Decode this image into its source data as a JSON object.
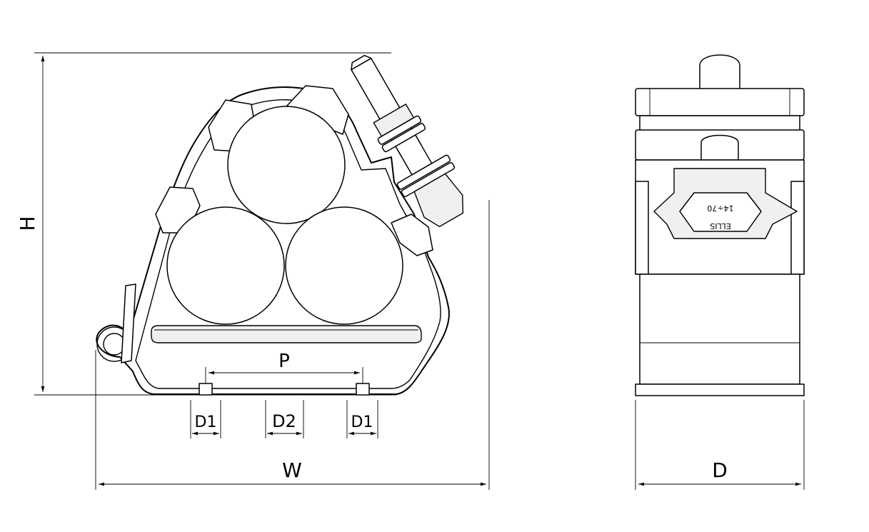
{
  "dimensions": {
    "height_label": "H",
    "width_label": "W",
    "depth_label": "D",
    "pitch_label": "P",
    "bore_1_label": "D1",
    "bore_2_label": "D2",
    "bore_3_label": "D1"
  },
  "nut_marking": {
    "line1": "14÷70",
    "line2": "ELLIS"
  },
  "colors": {
    "line": "#000000",
    "background": "#ffffff",
    "part_shade": "#f0f0f0"
  }
}
